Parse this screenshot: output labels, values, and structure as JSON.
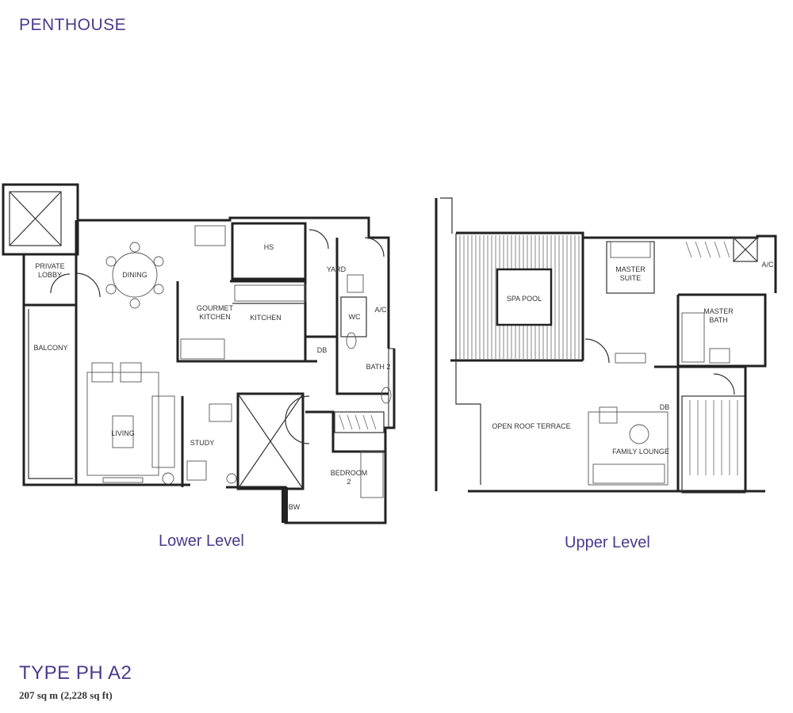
{
  "colors": {
    "accent": "#4b3a8c",
    "wall": "#222222"
  },
  "header": {
    "title": "PENTHOUSE"
  },
  "plans": {
    "lower": {
      "caption": "Lower Level",
      "rooms": {
        "private_lobby": [
          "PRIVATE",
          "LOBBY"
        ],
        "dining": "DINING",
        "hs": "HS",
        "yard": "YARD",
        "gourmet_kitchen": [
          "GOURMET",
          "KITCHEN"
        ],
        "kitchen": "KITCHEN",
        "wc": "WC",
        "ac": "A/C",
        "db": "DB",
        "balcony": "BALCONY",
        "bath2": "BATH 2",
        "living": "LIVING",
        "study": "STUDY",
        "bedroom2": [
          "BEDROOM",
          "2"
        ],
        "bw": "BW"
      }
    },
    "upper": {
      "caption": "Upper Level",
      "rooms": {
        "spa_pool": "SPA POOL",
        "master_suite": [
          "MASTER",
          "SUITE"
        ],
        "ac": "A/C",
        "master_bath": [
          "MASTER",
          "BATH"
        ],
        "open_roof_terrace": "OPEN ROOF TERRACE",
        "db": "DB",
        "family_lounge": "FAMILY LOUNGE"
      }
    }
  },
  "unit": {
    "type": "TYPE PH A2",
    "area": "207 sq m (2,228 sq ft)"
  }
}
